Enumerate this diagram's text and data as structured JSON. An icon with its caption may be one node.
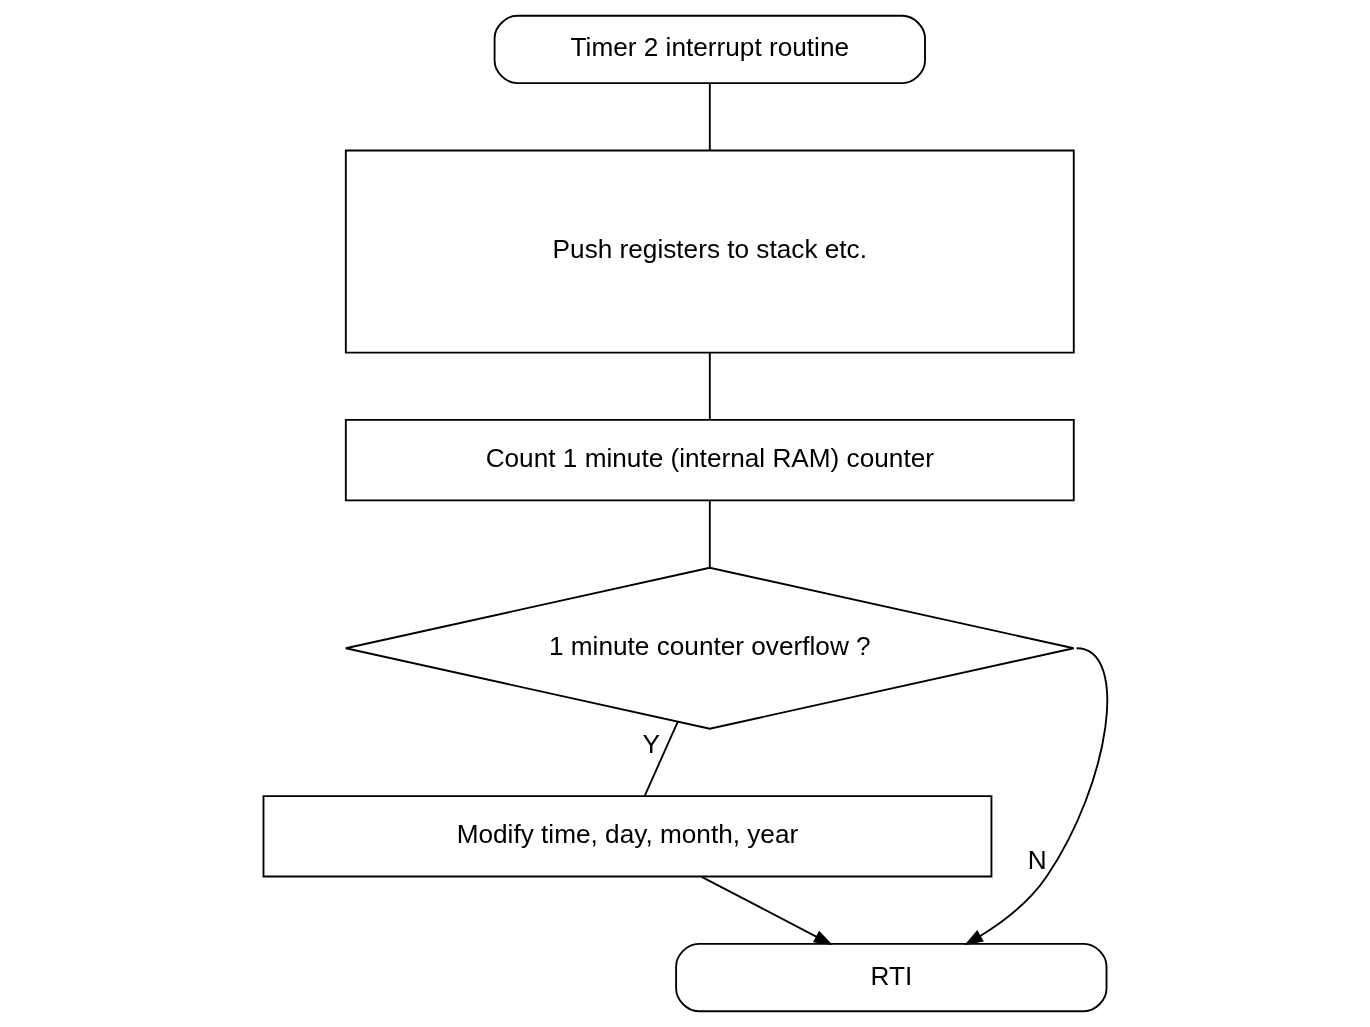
{
  "diagram": {
    "nodes": [
      {
        "text": [
          "Timer 2 interrupt routine"
        ]
      },
      {
        "text": [
          "Push registers to stack etc."
        ]
      },
      {
        "text": [
          "Count 1 minute (internal RAM) counter"
        ]
      },
      {
        "text": [
          "1 minute counter overflow ?"
        ]
      },
      {
        "text": [
          "Modify time, day, month, year"
        ]
      },
      {
        "text": [
          "RTI"
        ]
      }
    ],
    "edges": [
      {
        "from": 0,
        "to": 1,
        "arrow": "none"
      },
      {
        "from": 1,
        "to": 2,
        "arrow": "none"
      },
      {
        "from": 2,
        "to": 3,
        "arrow": "none"
      },
      {
        "from": 3,
        "to": 4,
        "arrow": "none",
        "label": "Y"
      },
      {
        "from": 4,
        "to": 5,
        "arrow": "to"
      },
      {
        "from": 3,
        "to": 5,
        "arrow": "to",
        "label": "N"
      }
    ]
  }
}
